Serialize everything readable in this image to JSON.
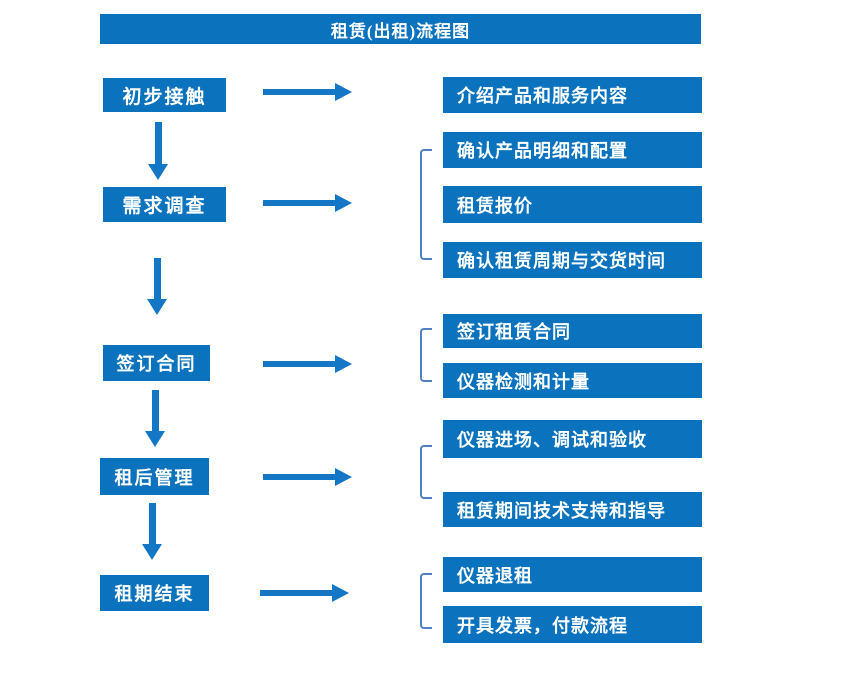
{
  "title": "租赁(出租)流程图",
  "colors": {
    "box_blue": "#0b72bd",
    "arrow_blue": "#1377c6",
    "bracket_blue": "#4e81c4",
    "text_white": "#ffffff",
    "background": "#ffffff"
  },
  "stages": [
    {
      "label": "初步接触",
      "outputs": [
        "介绍产品和服务内容"
      ]
    },
    {
      "label": "需求调查",
      "outputs": [
        "确认产品明细和配置",
        "租赁报价",
        "确认租赁周期与交货时间"
      ]
    },
    {
      "label": "签订合同",
      "outputs": [
        "签订租赁合同",
        "仪器检测和计量"
      ]
    },
    {
      "label": "租后管理",
      "outputs": [
        "仪器进场、调试和验收",
        "租赁期间技术支持和指导"
      ]
    },
    {
      "label": "租期结束",
      "outputs": [
        "仪器退租",
        "开具发票，付款流程"
      ]
    }
  ]
}
